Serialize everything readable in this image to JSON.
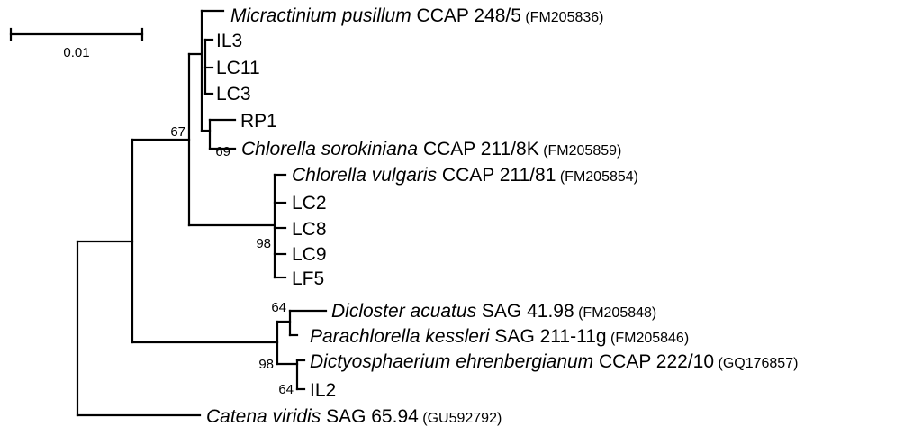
{
  "scale": {
    "label": "0.01"
  },
  "tips": [
    {
      "id": "t1",
      "genus": "Micractinium pusillum",
      "strain": " CCAP 248/5",
      "acc": " (FM205836)"
    },
    {
      "id": "t2",
      "genus": "",
      "strain": "IL3",
      "acc": ""
    },
    {
      "id": "t3",
      "genus": "",
      "strain": "LC11",
      "acc": ""
    },
    {
      "id": "t4",
      "genus": "",
      "strain": "LC3",
      "acc": ""
    },
    {
      "id": "t5",
      "genus": "",
      "strain": "RP1",
      "acc": ""
    },
    {
      "id": "t6",
      "genus": "Chlorella sorokiniana",
      "strain": " CCAP 211/8K",
      "acc": " (FM205859)"
    },
    {
      "id": "t7",
      "genus": "Chlorella vulgaris",
      "strain": " CCAP 211/81",
      "acc": " (FM205854)"
    },
    {
      "id": "t8",
      "genus": "",
      "strain": "LC2",
      "acc": ""
    },
    {
      "id": "t9",
      "genus": "",
      "strain": "LC8",
      "acc": ""
    },
    {
      "id": "t10",
      "genus": "",
      "strain": "LC9",
      "acc": ""
    },
    {
      "id": "t11",
      "genus": "",
      "strain": "LF5",
      "acc": ""
    },
    {
      "id": "t12",
      "genus": "Dicloster acuatus",
      "strain": " SAG 41.98",
      "acc": " (FM205848)"
    },
    {
      "id": "t13",
      "genus": "Parachlorella kessleri",
      "strain": " SAG 211-11g",
      "acc": " (FM205846)"
    },
    {
      "id": "t14",
      "genus": "Dictyosphaerium ehrenbergianum",
      "strain": " CCAP 222/10",
      "acc": " (GQ176857)"
    },
    {
      "id": "t15",
      "genus": "",
      "strain": "IL2",
      "acc": ""
    },
    {
      "id": "t16",
      "genus": "Catena viridis",
      "strain": " SAG 65.94",
      "acc": " (GU592792)"
    }
  ],
  "bootstrap": [
    {
      "id": "b1",
      "value": "67"
    },
    {
      "id": "b2",
      "value": "69"
    },
    {
      "id": "b3",
      "value": "98"
    },
    {
      "id": "b4",
      "value": "64"
    },
    {
      "id": "b5",
      "value": "98"
    },
    {
      "id": "b6",
      "value": "64"
    }
  ]
}
